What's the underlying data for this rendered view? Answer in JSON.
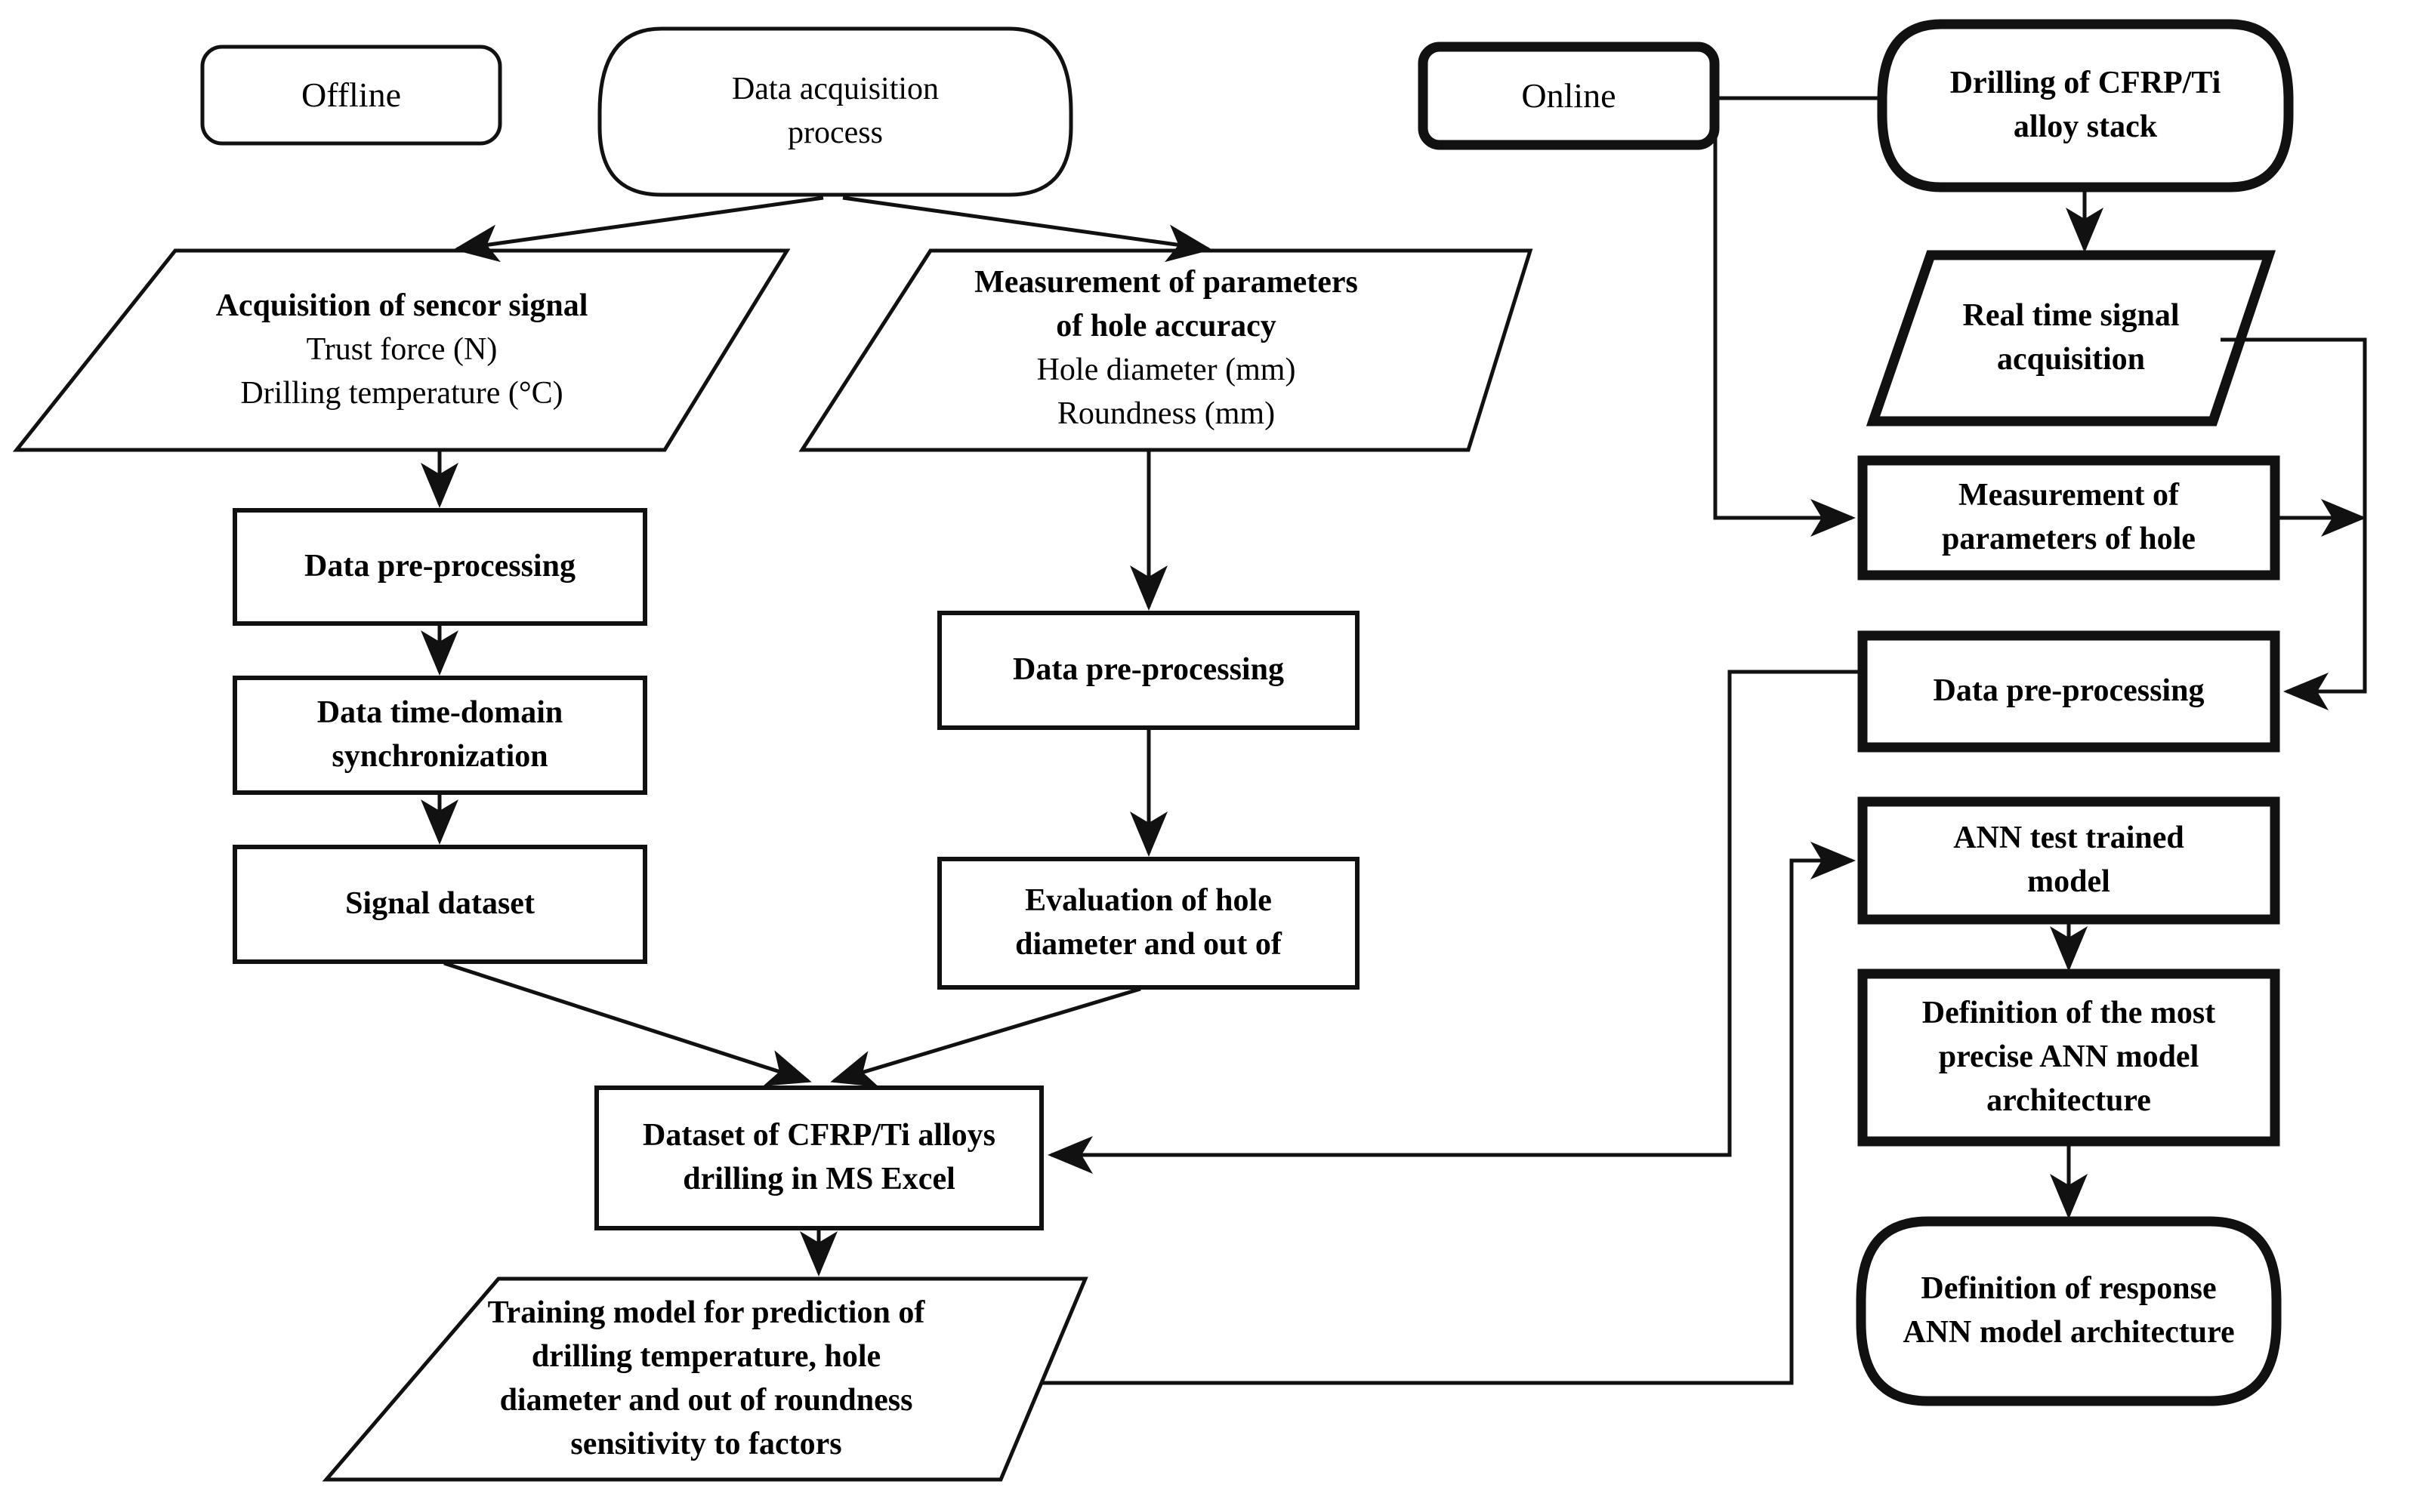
{
  "diagram": {
    "title_offline": "Offline",
    "title_online": "Online",
    "accent": "#000000",
    "background": "#ffffff"
  },
  "nodes": {
    "offline_label": {
      "lines": [
        "Offline"
      ]
    },
    "online_label": {
      "lines": [
        "Online"
      ]
    },
    "data_acq": {
      "lines": [
        "Data acquisition",
        "process"
      ]
    },
    "acq_sensor": {
      "lines": [
        "Acquisition of sencor signal",
        "Trust force (N)",
        "Drilling temperature (°C)"
      ]
    },
    "meas_params": {
      "lines": [
        "Measurement of parameters",
        "of hole accuracy",
        "Hole diameter (mm)",
        "Roundness (mm)"
      ]
    },
    "pre_left": {
      "lines": [
        "Data pre-processing"
      ]
    },
    "time_sync": {
      "lines": [
        "Data time-domain",
        "synchronization"
      ]
    },
    "signal_dataset": {
      "lines": [
        "Signal dataset"
      ]
    },
    "pre_mid": {
      "lines": [
        "Data pre-processing"
      ]
    },
    "eval_hole": {
      "lines": [
        "Evaluation of hole",
        "diameter and out of"
      ]
    },
    "dataset_excel": {
      "lines": [
        "Dataset of CFRP/Ti alloys",
        "drilling in MS Excel"
      ]
    },
    "training_model": {
      "lines": [
        "Training model for prediction of",
        "drilling temperature, hole",
        "diameter and out of roundness",
        "sensitivity to factors"
      ]
    },
    "drilling_stack": {
      "lines": [
        "Drilling of CFRP/Ti",
        "alloy stack"
      ]
    },
    "realtime_signal": {
      "lines": [
        "Real time signal",
        "acquisition"
      ]
    },
    "meas_hole": {
      "lines": [
        "Measurement of",
        "parameters of hole"
      ]
    },
    "pre_right": {
      "lines": [
        "Data pre-processing"
      ]
    },
    "ann_test": {
      "lines": [
        "ANN test trained",
        "model"
      ]
    },
    "ann_precise": {
      "lines": [
        "Definition of the most",
        "precise ANN model",
        "architecture"
      ]
    },
    "ann_response": {
      "lines": [
        "Definition of response",
        "ANN model architecture"
      ]
    }
  }
}
